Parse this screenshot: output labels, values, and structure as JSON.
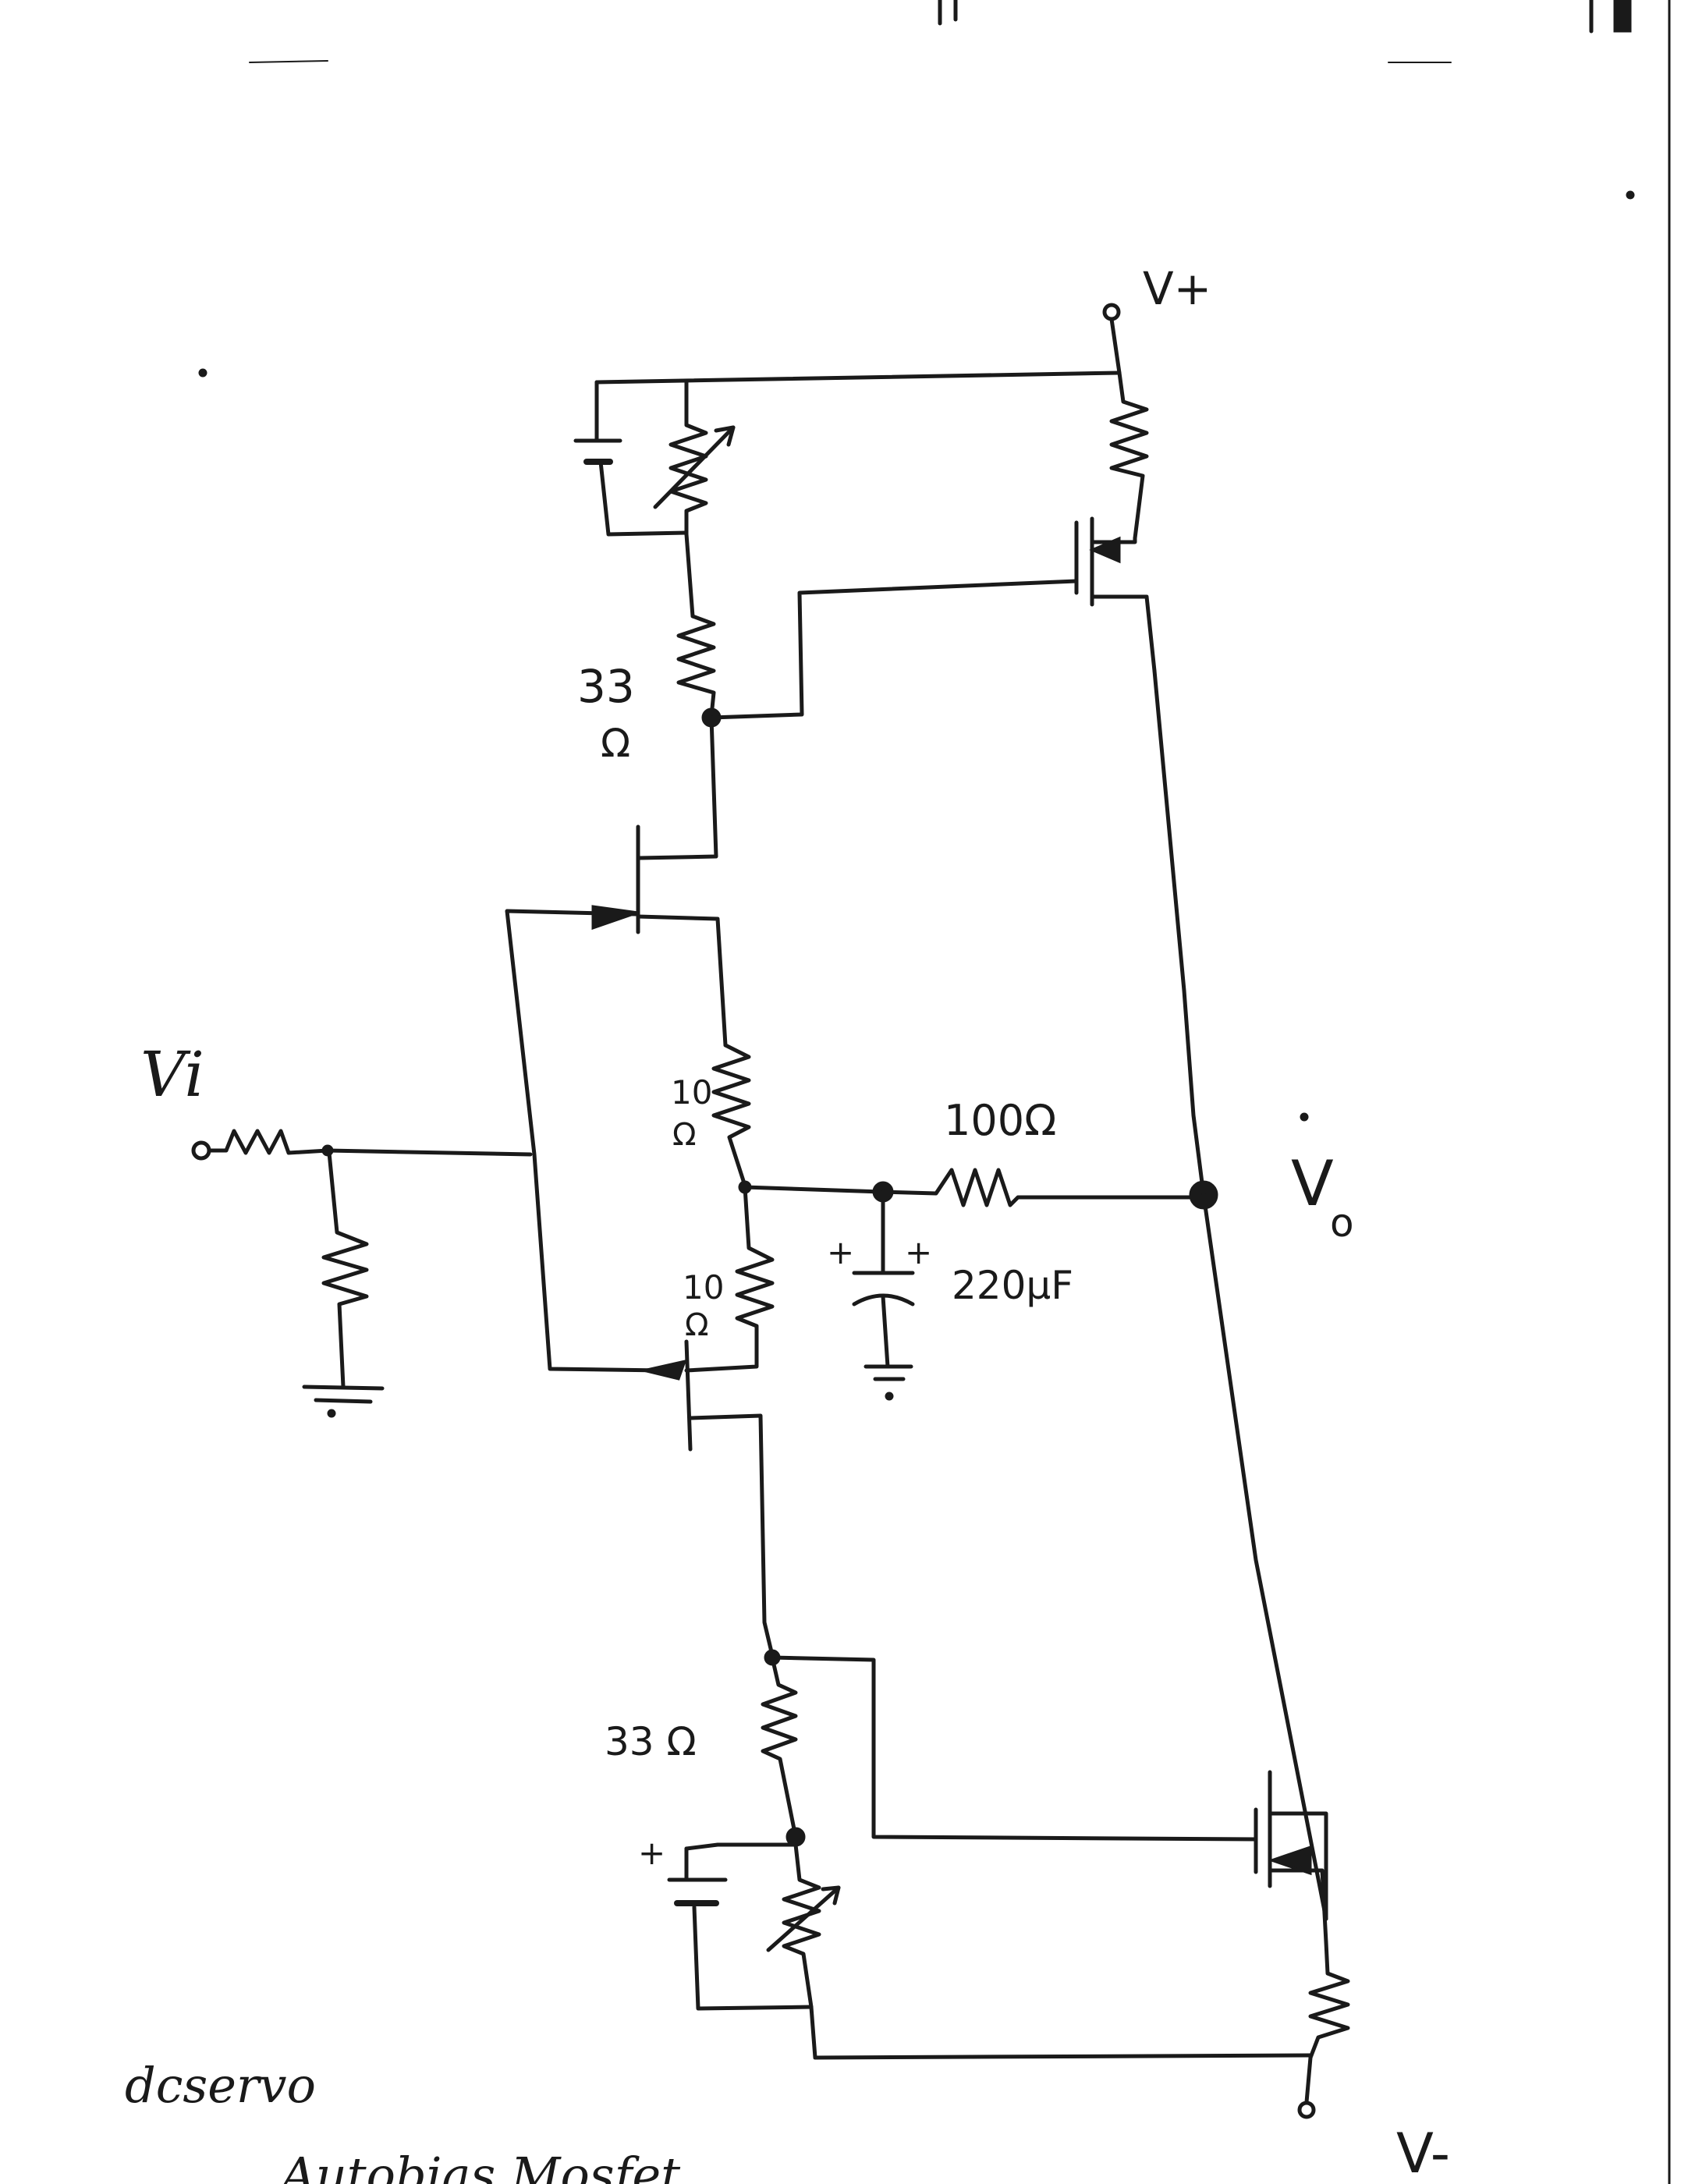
{
  "labels": {
    "vplus": "V+",
    "vminus": "V-",
    "vin": "Vi",
    "vout_main": "V",
    "vout_sub": "o",
    "r_top_gate": "33",
    "r_top_gate_unit": "Ω",
    "r_src_top": "10",
    "r_src_top_unit": "Ω",
    "r_src_bot": "10",
    "r_src_bot_unit": "Ω",
    "r_feedback": "100Ω",
    "cap": "220μF",
    "r_bot_gate": "33 Ω",
    "plus": "+",
    "note_line1": "dcservo",
    "note_line2": "Autobias Mosfet"
  },
  "colors": {
    "ink": "#1a1a1a",
    "paper": "#ffffff"
  }
}
